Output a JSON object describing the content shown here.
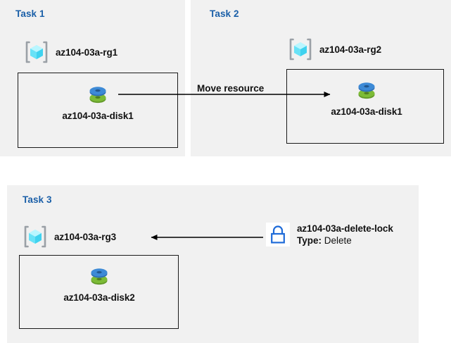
{
  "diagram": {
    "title": "Azure resource group tasks diagram",
    "colors": {
      "panel_bg": "#f1f1f1",
      "page_bg": "#ffffff",
      "task_title": "#1a5fa8",
      "text": "#111111",
      "box_border": "#1a1a1a",
      "lock_blue": "#1f6bd8",
      "disk_blue": "#3a86d4",
      "disk_green": "#70ad2f",
      "rg_cube_cyan": "#7fe8f7",
      "rg_bracket_gray": "#9aa0a6",
      "arrow_black": "#000000"
    },
    "panels": [
      {
        "id": "task1",
        "title": "Task 1",
        "resource_group": {
          "label": "az104-03a-rg1",
          "icon": "resource-group-icon"
        },
        "resource": {
          "label": "az104-03a-disk1",
          "icon": "managed-disk-icon"
        }
      },
      {
        "id": "task2",
        "title": "Task 2",
        "resource_group": {
          "label": "az104-03a-rg2",
          "icon": "resource-group-icon"
        },
        "resource": {
          "label": "az104-03a-disk1",
          "icon": "managed-disk-icon"
        }
      },
      {
        "id": "task3",
        "title": "Task 3",
        "resource_group": {
          "label": "az104-03a-rg3",
          "icon": "resource-group-icon"
        },
        "resource": {
          "label": "az104-03a-disk2",
          "icon": "managed-disk-icon"
        }
      }
    ],
    "connectors": [
      {
        "id": "move-resource",
        "label": "Move resource",
        "direction": "right",
        "from": "az104-03a-disk1",
        "to": "az104-03a-disk1"
      },
      {
        "id": "delete-lock-applied-to-rg3",
        "label": "",
        "direction": "left",
        "from": "az104-03a-delete-lock",
        "to": "az104-03a-rg3"
      }
    ],
    "lock": {
      "icon": "lock-icon",
      "name": "az104-03a-delete-lock",
      "type_key": "Type:",
      "type_value": "Delete"
    }
  }
}
